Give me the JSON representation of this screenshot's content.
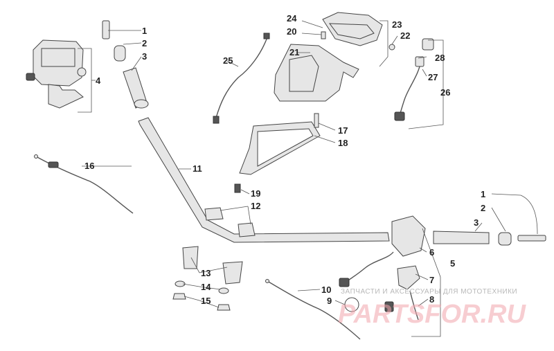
{
  "callouts": [
    "1",
    "2",
    "3",
    "4",
    "5",
    "6",
    "7",
    "8",
    "9",
    "10",
    "11",
    "12",
    "13",
    "14",
    "15",
    "16",
    "17",
    "18",
    "19",
    "20",
    "21",
    "22",
    "23",
    "24",
    "25",
    "26",
    "27",
    "28"
  ],
  "watermark": {
    "text": "ЗАПЧАСТИ И АКСЕССУАРЫ ДЛЯ МОТОТЕХНИКИ",
    "brand": "PARTSFOR.RU"
  }
}
